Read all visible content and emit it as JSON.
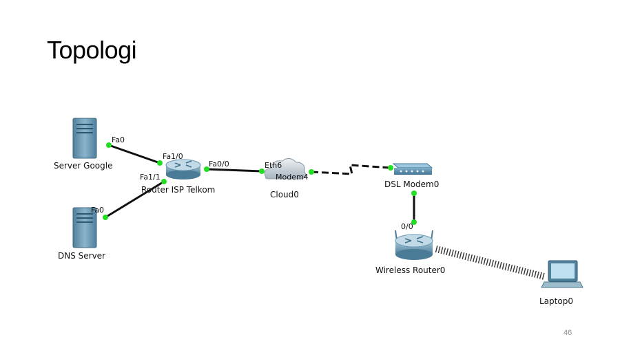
{
  "slide": {
    "title": "Topologi",
    "page_number": "46"
  },
  "devices": {
    "server_google": "Server Google",
    "dns_server": "DNS Server",
    "router_isp": "Router ISP Telkom",
    "cloud": "Cloud0",
    "dsl_modem": "DSL Modem0",
    "wireless_router": "Wireless Router0",
    "laptop": "Laptop0"
  },
  "ports": {
    "server_google_fa0": "Fa0",
    "dns_fa0": "Fa0",
    "router_fa1_0": "Fa1/0",
    "router_fa1_1": "Fa1/1",
    "router_fa0_0": "Fa0/0",
    "cloud_eth6": "Eth6",
    "cloud_modem4": "Modem4",
    "wireless_0_0": "0/0"
  },
  "colors": {
    "link": "#111111",
    "port_dot": "#22dd22",
    "device_blue": "#5f93b0"
  }
}
